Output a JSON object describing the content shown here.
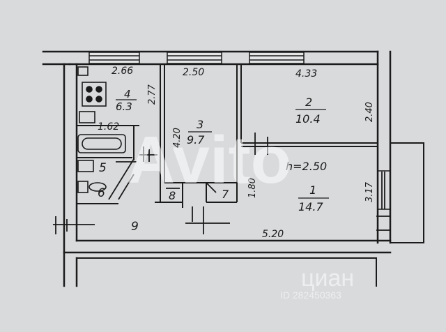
{
  "rooms": [
    {
      "id": "4",
      "number": "4",
      "area": "6.3"
    },
    {
      "id": "3",
      "number": "3",
      "area": "9.7"
    },
    {
      "id": "2",
      "number": "2",
      "area": "10.4"
    },
    {
      "id": "1",
      "number": "1",
      "area": "14.7"
    },
    {
      "id": "5",
      "number": "5"
    },
    {
      "id": "6",
      "number": "6"
    },
    {
      "id": "7",
      "number": "7"
    },
    {
      "id": "8",
      "number": "8"
    },
    {
      "id": "9",
      "number": "9"
    }
  ],
  "dimensions": {
    "kitchen_width": "2.66",
    "kitchen_height": "2.77",
    "corridor_width": "1.62",
    "room3_width": "2.50",
    "room3_height": "4.20",
    "room2_width": "4.33",
    "room2_height": "2.40",
    "room1_gap": "1.80",
    "room1_height": "3.17",
    "room1_width": "5.20"
  },
  "ceiling_height": "h=2.50",
  "watermarks": {
    "avito": "Avito",
    "cian": "циан",
    "cian_id": "ID 282450363"
  },
  "colors": {
    "paper": "#d9dadc",
    "ink": "#1b1b1b"
  }
}
